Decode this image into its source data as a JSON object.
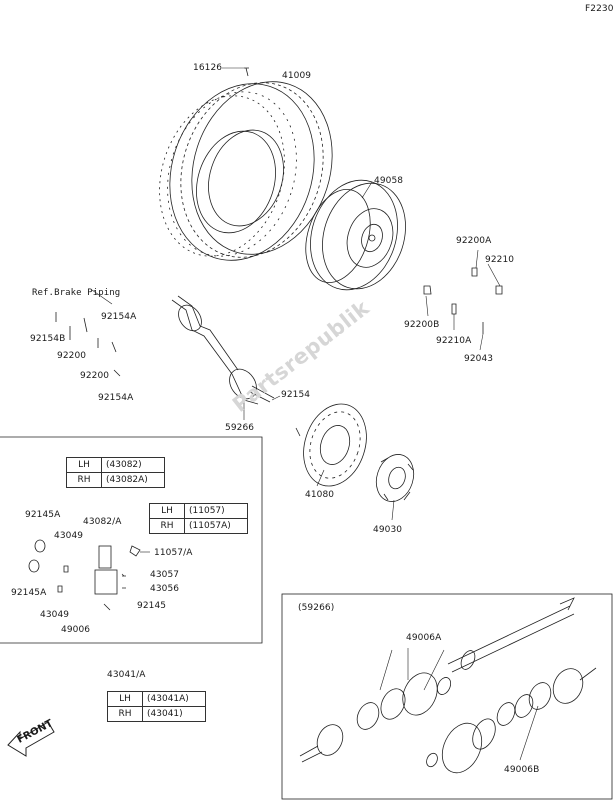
{
  "figure_code": "F2230",
  "ref_note": "Ref.Brake Piping",
  "watermark": "Partsrepublik",
  "front_label": "FRONT",
  "detail_ref": "(59266)",
  "labels": {
    "l16126": "16126",
    "l41009": "41009",
    "l49058": "49058",
    "l92200A": "92200A",
    "l92210": "92210",
    "l92200B": "92200B",
    "l92210A": "92210A",
    "l92043": "92043",
    "l92154B": "92154B",
    "l92154A_1": "92154A",
    "l92200_1": "92200",
    "l92200_2": "92200",
    "l92154A_2": "92154A",
    "l92154": "92154",
    "l59266": "59266",
    "l41080": "41080",
    "l49030": "49030",
    "l92145A_1": "92145A",
    "l43049_1": "43049",
    "l43082A": "43082/A",
    "l11057A": "11057/A",
    "l92145A_2": "92145A",
    "l43057": "43057",
    "l43056": "43056",
    "l92145": "92145",
    "l43049_2": "43049",
    "l49006": "49006",
    "l43041A": "43041/A",
    "l49006A": "49006A",
    "l49006B": "49006B"
  },
  "tables": {
    "t43082": [
      [
        "LH",
        "(43082)"
      ],
      [
        "RH",
        "(43082A)"
      ]
    ],
    "t11057": [
      [
        "LH",
        "(11057)"
      ],
      [
        "RH",
        "(11057A)"
      ]
    ],
    "t43041": [
      [
        "LH",
        "(43041A)"
      ],
      [
        "RH",
        "(43041)"
      ]
    ]
  }
}
